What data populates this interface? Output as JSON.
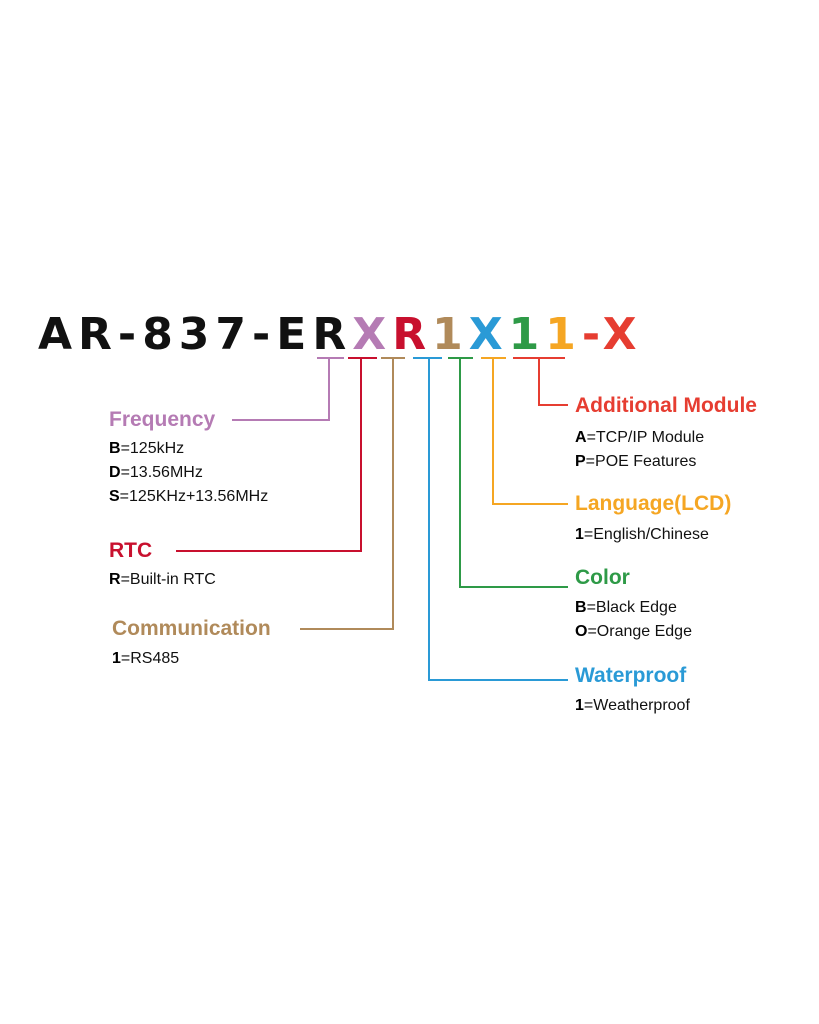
{
  "model": {
    "prefix": "AR-837-ER",
    "codes": [
      {
        "char": "X",
        "color": "#b57bb4"
      },
      {
        "char": "R",
        "color": "#c8102e"
      },
      {
        "char": "1",
        "color": "#b08a5a"
      },
      {
        "char": "X",
        "color": "#2a9ad6"
      },
      {
        "char": "1",
        "color": "#2e9a47"
      },
      {
        "char": "1",
        "color": "#f5a623"
      },
      {
        "char": "-X",
        "color": "#e63d31"
      }
    ]
  },
  "groups": [
    {
      "title": "Frequency",
      "color": "#b57bb4",
      "options": [
        {
          "key": "B",
          "text": "=125kHz"
        },
        {
          "key": "D",
          "text": "=13.56MHz"
        },
        {
          "key": "S",
          "text": "=125KHz+13.56MHz"
        }
      ]
    },
    {
      "title": "RTC",
      "color": "#c8102e",
      "options": [
        {
          "key": "R",
          "text": "=Built-in RTC"
        }
      ]
    },
    {
      "title": "Communication",
      "color": "#b08a5a",
      "options": [
        {
          "key": "1",
          "text": "=RS485"
        }
      ]
    },
    {
      "title": "Waterproof",
      "color": "#2a9ad6",
      "options": [
        {
          "key": "1",
          "text": "=Weatherproof"
        }
      ]
    },
    {
      "title": "Color",
      "color": "#2e9a47",
      "options": [
        {
          "key": "B",
          "text": "=Black Edge"
        },
        {
          "key": "O",
          "text": "=Orange Edge"
        }
      ]
    },
    {
      "title": "Language(LCD)",
      "color": "#f5a623",
      "options": [
        {
          "key": "1",
          "text": "=English/Chinese"
        }
      ]
    },
    {
      "title": "Additional Module",
      "color": "#e63d31",
      "options": [
        {
          "key": "A",
          "text": "=TCP/IP Module"
        },
        {
          "key": "P",
          "text": "=POE Features"
        }
      ]
    }
  ]
}
